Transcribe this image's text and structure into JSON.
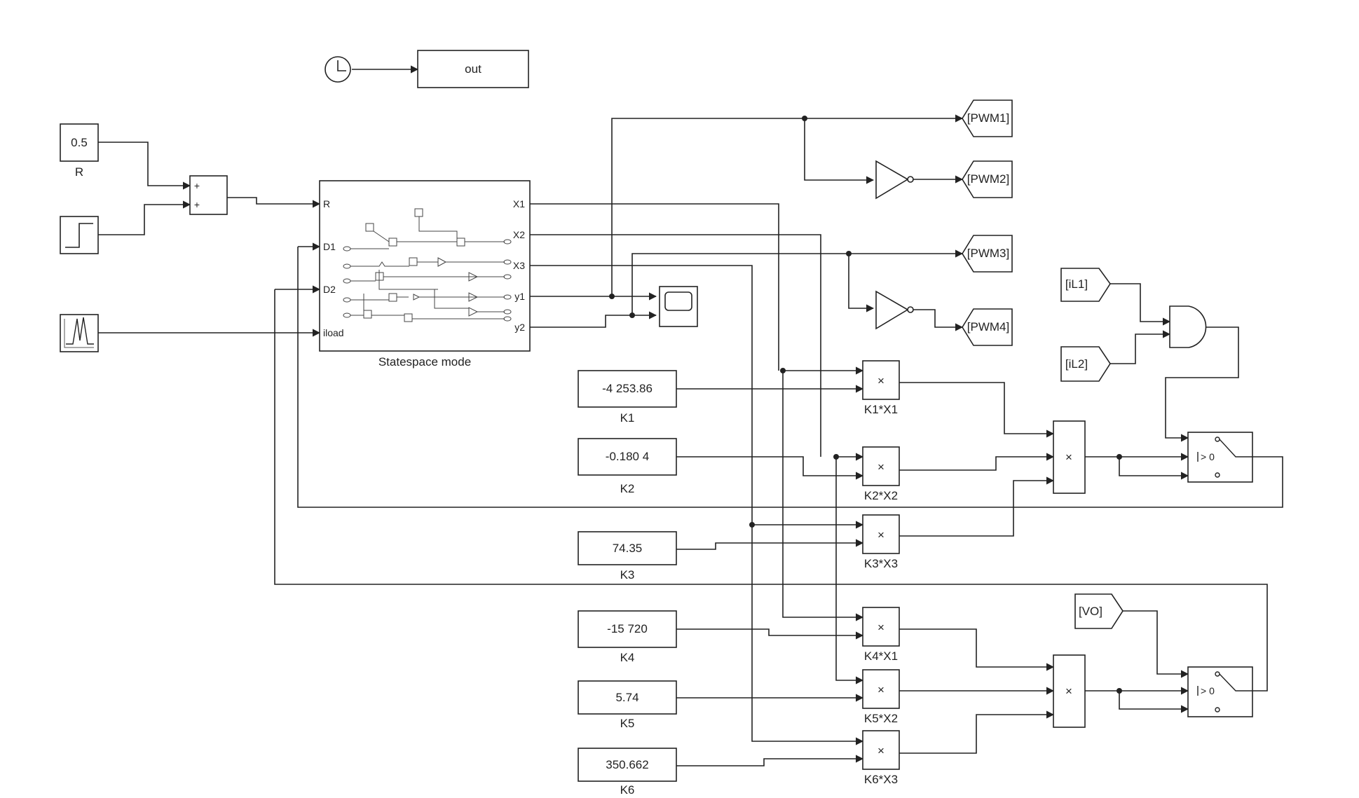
{
  "clock": {
    "icon": "clock-icon"
  },
  "out_block": {
    "label": "out"
  },
  "r_const": {
    "value": "0.5",
    "label": "R"
  },
  "step": {
    "icon": "step-icon"
  },
  "load_signal": {
    "icon": "signal-builder-icon"
  },
  "sum": {
    "sign1": "+",
    "sign2": "+"
  },
  "statespace": {
    "label": "Statespace mode",
    "in_ports": [
      "R",
      "D1",
      "D2",
      "iload"
    ],
    "out_ports": [
      "X1",
      "X2",
      "X3",
      "y1",
      "y2"
    ]
  },
  "scope": {
    "icon": "scope-icon"
  },
  "gotos": [
    "[PWM1]",
    "[PWM2]",
    "[PWM3]",
    "[PWM4]"
  ],
  "froms": [
    "[iL1]",
    "[iL2]",
    "[VO]"
  ],
  "gains": [
    {
      "value": "-4 253.86",
      "label": "K1"
    },
    {
      "value": "-0.180 4",
      "label": "K2"
    },
    {
      "value": "74.35",
      "label": "K3"
    },
    {
      "value": "-15 720",
      "label": "K4"
    },
    {
      "value": "5.74",
      "label": "K5"
    },
    {
      "value": "350.662",
      "label": "K6"
    }
  ],
  "products": [
    {
      "symbol": "×",
      "label": "K1*X1"
    },
    {
      "symbol": "×",
      "label": "K2*X2"
    },
    {
      "symbol": "×",
      "label": "K3*X3"
    },
    {
      "symbol": "×",
      "label": "K4*X1"
    },
    {
      "symbol": "×",
      "label": "K5*X2"
    },
    {
      "symbol": "×",
      "label": "K6*X3"
    }
  ],
  "sum_products": [
    {
      "symbol": "×"
    },
    {
      "symbol": "×"
    }
  ],
  "switches": [
    {
      "condition": "> 0"
    },
    {
      "condition": "> 0"
    }
  ]
}
